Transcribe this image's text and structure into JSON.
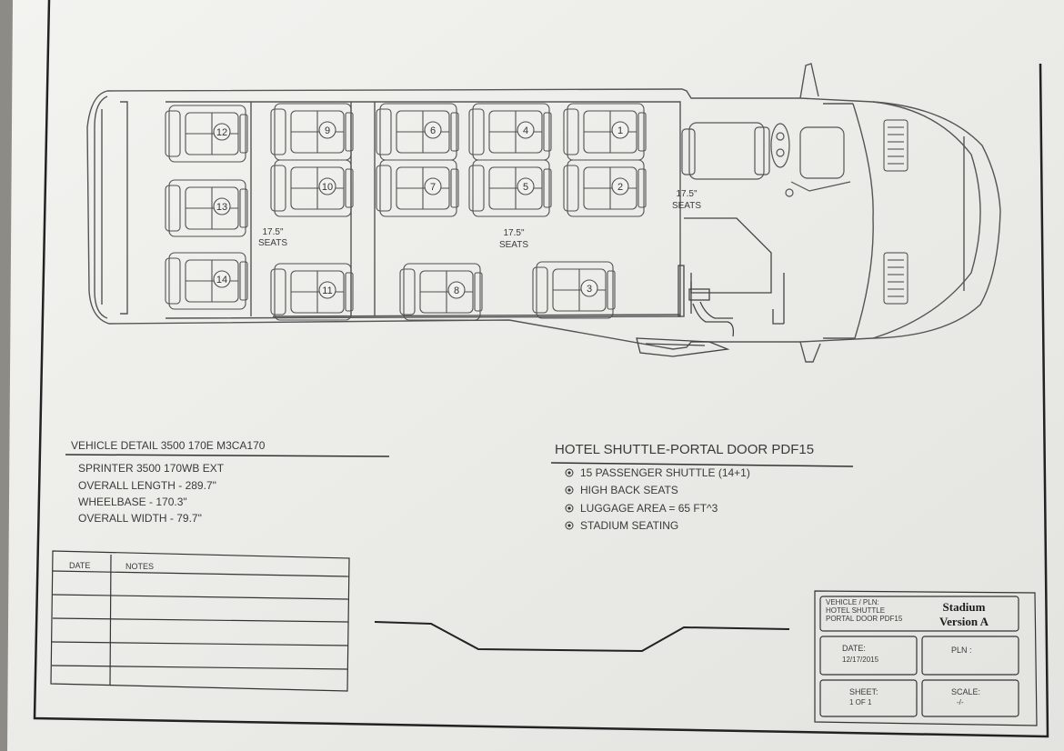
{
  "seat_area_labels": {
    "rear": [
      "17.5\"",
      "SEATS"
    ],
    "middle": [
      "17.5\"",
      "SEATS"
    ],
    "front": [
      "17.5\"",
      "SEATS"
    ]
  },
  "vehicle_detail": {
    "title": "VEHICLE DETAIL 3500 170E M3CA170",
    "lines": [
      "SPRINTER 3500 170WB EXT",
      "OVERALL LENGTH - 289.7\"",
      "WHEELBASE - 170.3\"",
      "OVERALL WIDTH - 79.7\""
    ]
  },
  "shuttle": {
    "title": "HOTEL SHUTTLE-PORTAL DOOR PDF15",
    "features": [
      "15 PASSENGER SHUTTLE (14+1)",
      "HIGH BACK SEATS",
      "LUGGAGE AREA = 65 FT^3",
      "STADIUM SEATING"
    ]
  },
  "notes_table": {
    "date_header": "DATE",
    "notes_header": "NOTES"
  },
  "title_block": {
    "vehicle_label": [
      "VEHICLE / PLN:",
      "HOTEL SHUTTLE",
      "PORTAL DOOR PDF15"
    ],
    "version": [
      "Stadium",
      "Version A"
    ],
    "date_label": "DATE:",
    "date_value": "12/17/2015",
    "pln_label": "PLN :",
    "sheet_label": "SHEET:",
    "sheet_value": "1 OF 1",
    "scale_label": "SCALE:",
    "scale_value": "-/-"
  }
}
